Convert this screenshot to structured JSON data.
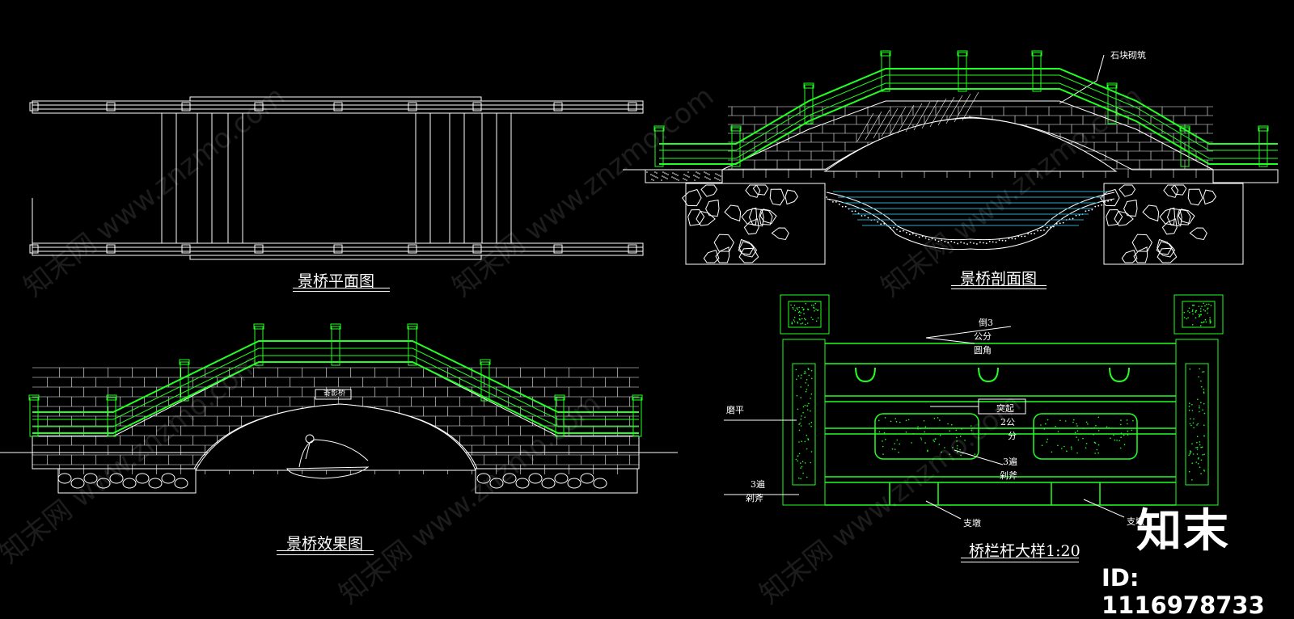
{
  "drawing": {
    "plan_title": "景桥平面图",
    "section_title": "景桥剖面图",
    "effect_title": "景桥效果图",
    "detail_title": "桥栏杆大样1:20"
  },
  "annotations": {
    "stone_masonry": "石块砌筑",
    "chamfer": [
      "倒3",
      "公分",
      "圆角"
    ],
    "polish": "磨平",
    "raised": [
      "突起",
      "2公",
      "分"
    ],
    "axe_finish_center": [
      "3遍",
      "剁斧"
    ],
    "axe_finish_left": [
      "3遍",
      "剁斧"
    ],
    "support_left": "支墩",
    "support_right": "支墩",
    "bridge_plaque": "寄影桥"
  },
  "watermark": {
    "site_text": "知末网 www.znzmo.com",
    "logo": "知末",
    "id_label": "ID: 1116978733"
  },
  "colors": {
    "background": "#000000",
    "line": "#ffffff",
    "railing": "#22ff22",
    "water": "#2aa7c9"
  }
}
